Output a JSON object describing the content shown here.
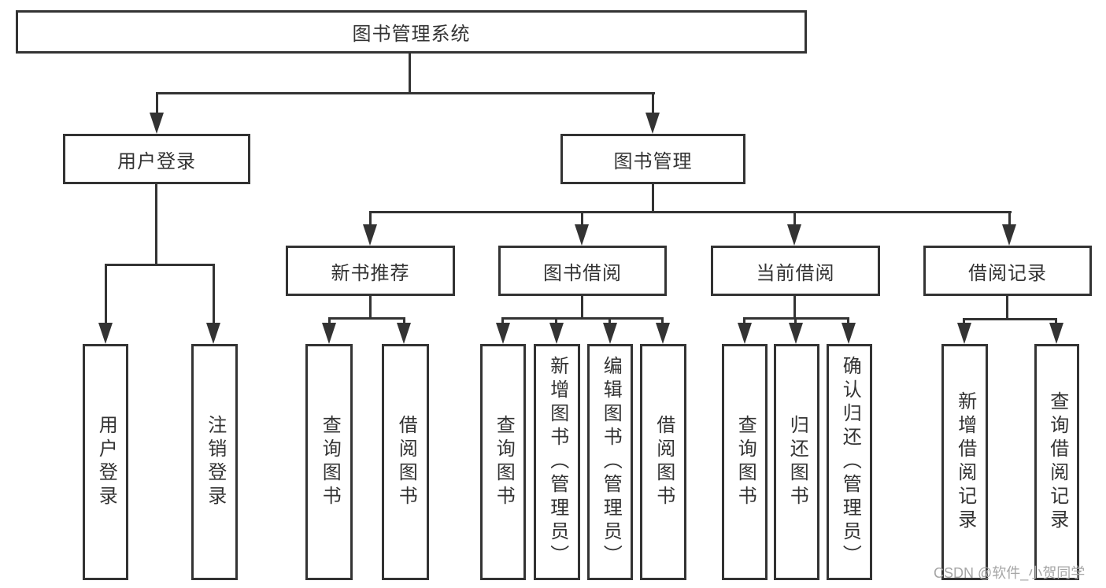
{
  "diagram_type": "hierarchy-diagram",
  "colors": {
    "line": "#333333",
    "text": "#333333",
    "background": "#ffffff",
    "watermark": "#a6a6a6"
  },
  "tree": {
    "root": {
      "label": "图书管理系统",
      "children": [
        {
          "label": "用户登录",
          "children": [
            {
              "label": "用户登录"
            },
            {
              "label": "注销登录"
            }
          ]
        },
        {
          "label": "图书管理",
          "children": [
            {
              "label": "新书推荐",
              "children": [
                {
                  "label": "查询图书"
                },
                {
                  "label": "借阅图书"
                }
              ]
            },
            {
              "label": "图书借阅",
              "children": [
                {
                  "label": "查询图书"
                },
                {
                  "label": "新增图书（管理员）"
                },
                {
                  "label": "编辑图书（管理员）"
                },
                {
                  "label": "借阅图书"
                }
              ]
            },
            {
              "label": "当前借阅",
              "children": [
                {
                  "label": "查询图书"
                },
                {
                  "label": "归还图书"
                },
                {
                  "label": "确认归还（管理员）"
                }
              ]
            },
            {
              "label": "借阅记录",
              "children": [
                {
                  "label": "新增借阅记录"
                },
                {
                  "label": "查询借阅记录"
                }
              ]
            }
          ]
        }
      ]
    }
  },
  "watermark": {
    "text": "CSDN @软件_小贺同学"
  }
}
